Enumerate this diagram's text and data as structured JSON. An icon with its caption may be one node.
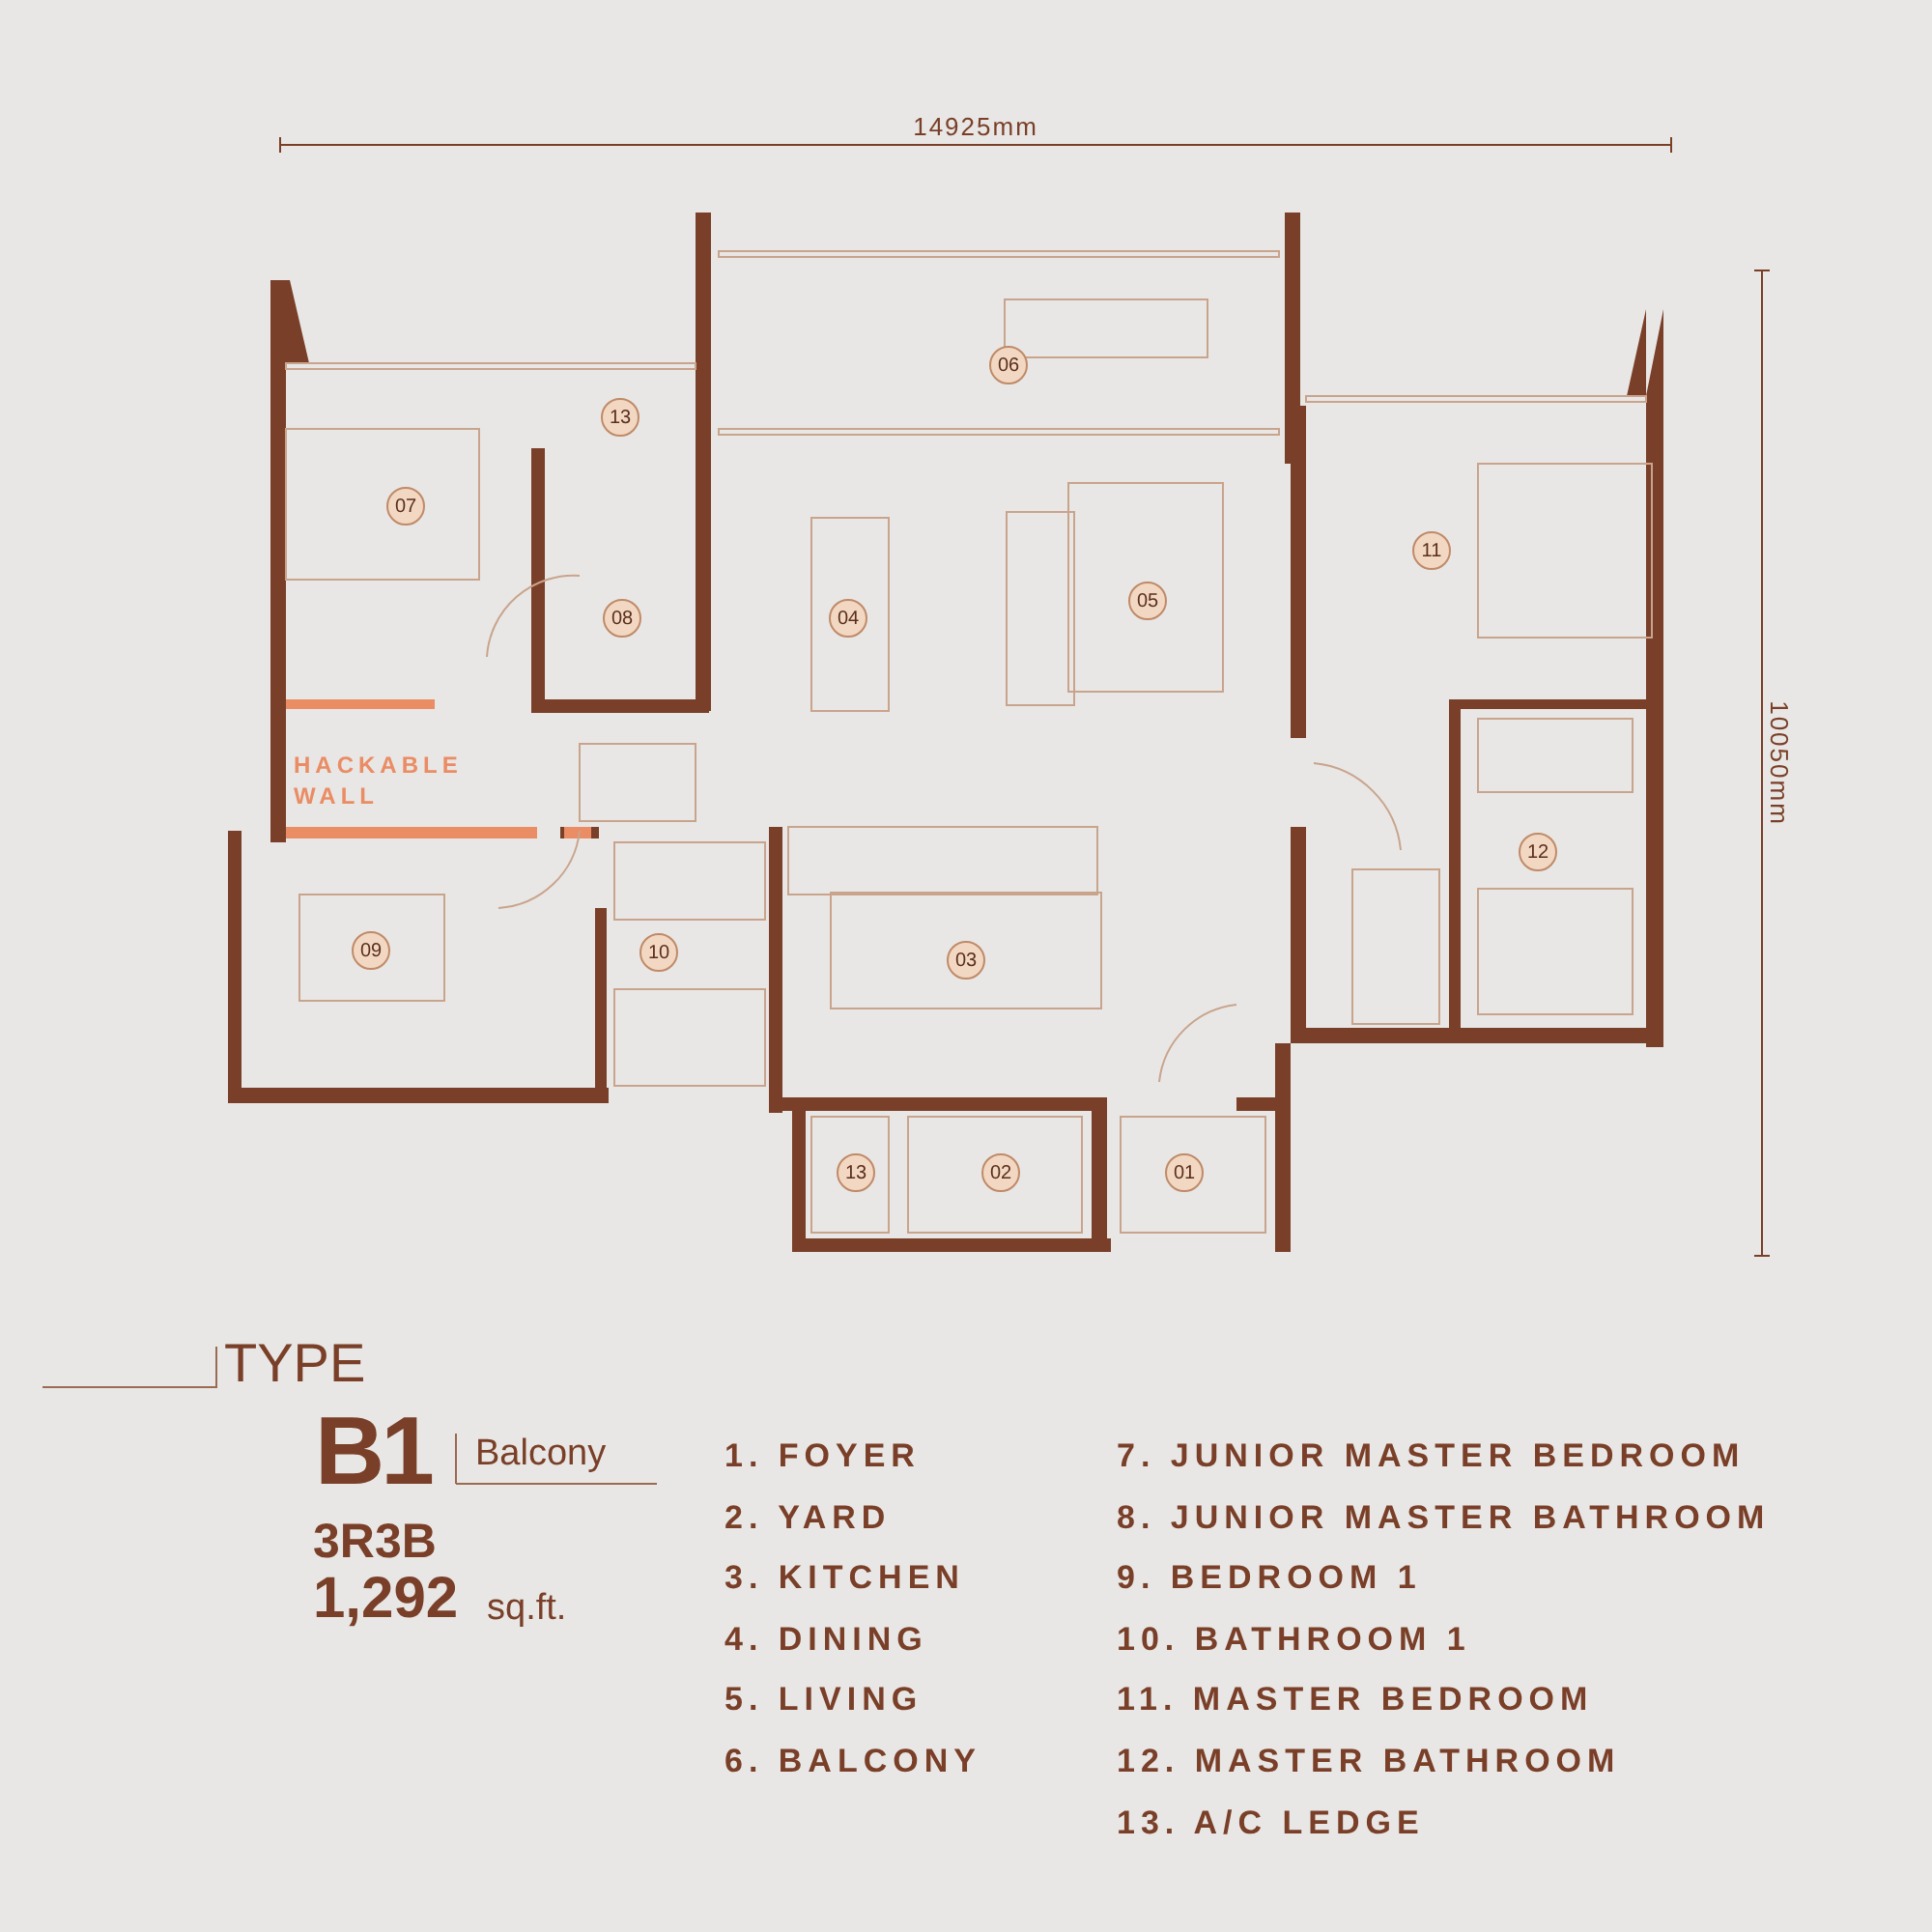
{
  "diagram": {
    "nodes": [
      {
        "text": [
          "06"
        ]
      },
      {
        "text": [
          "13"
        ]
      },
      {
        "text": [
          "07"
        ]
      },
      {
        "text": [
          "11"
        ]
      },
      {
        "text": [
          "05"
        ]
      },
      {
        "text": [
          "04"
        ]
      },
      {
        "text": [
          "08"
        ]
      },
      {
        "text": [
          "12"
        ]
      },
      {
        "text": [
          "09"
        ]
      },
      {
        "text": [
          "10"
        ]
      },
      {
        "text": [
          "03"
        ]
      },
      {
        "text": [
          "13"
        ]
      },
      {
        "text": [
          "02"
        ]
      },
      {
        "text": [
          "01"
        ]
      }
    ],
    "edges": [],
    "labels": [
      "14925mm",
      "10050mm",
      "HACKABLE WALL",
      "TYPE",
      "B1",
      "Balcony",
      "3R3B",
      "1,292",
      "sq.ft.",
      "1. FOYER",
      "2. YARD",
      "3. KITCHEN",
      "4. DINING",
      "5. LIVING",
      "6. BALCONY",
      "7. JUNIOR MASTER BEDROOM",
      "8. JUNIOR MASTER BATHROOM",
      "9. BEDROOM 1",
      "10. BATHROOM 1",
      "11. MASTER BEDROOM",
      "12. MASTER BATHROOM",
      "13. A/C LEDGE"
    ]
  }
}
